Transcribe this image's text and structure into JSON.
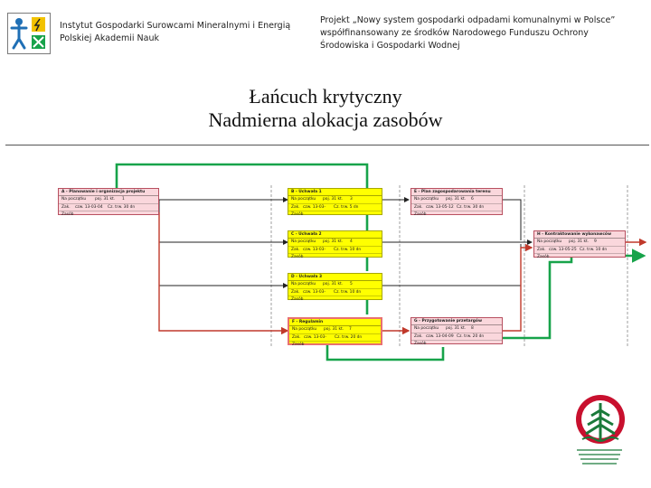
{
  "header": {
    "institute_line1": "Instytut Gospodarki Surowcami Mineralnymi i Energią",
    "institute_line2": "Polskiej Akademii Nauk",
    "project_line1": "Projekt „Nowy system gospodarki odpadami komunalnymi w Polsce”",
    "project_line2": "współfinansowany ze środków Narodowego Funduszu Ochrony",
    "project_line3": "Środowiska i Gospodarki Wodnej"
  },
  "title": {
    "line1": "Łańcuch krytyczny",
    "line2": "Nadmierna alokacja zasobów"
  },
  "colors": {
    "critical_chain": "#17a34a",
    "red_links": "#c0392b",
    "black_links": "#222222",
    "yellow_node": "#ffff00",
    "pink_node": "#fad7dc"
  },
  "nodes": {
    "A": {
      "title": "A - Planowanie i organizacja projektu",
      "l1": "Na początku",
      "v1": "poj. 31 kt.",
      "n": "1",
      "l2": "Zak.",
      "v2": "czw. 13-03-04",
      "d": "Cz. trw. 30 dn",
      "l3": "Zasób"
    },
    "B": {
      "title": "B - Uchwała 1",
      "l1": "Na początku",
      "v1": "poj. 31 kt.",
      "n": "3",
      "l2": "Zak.",
      "v2": "czw. 13-03-",
      "d": "Cz. trw. 5 dn",
      "l3": "Zasób"
    },
    "C": {
      "title": "C - Uchwała 2",
      "l1": "Na początku",
      "v1": "poj. 31 kt.",
      "n": "4",
      "l2": "Zak.",
      "v2": "czw. 13-03-",
      "d": "Cz. trw. 10 dn",
      "l3": "Zasób"
    },
    "D": {
      "title": "D - Uchwała 3",
      "l1": "Na początku",
      "v1": "poj. 31 kt.",
      "n": "5",
      "l2": "Zak.",
      "v2": "czw. 13-03-",
      "d": "Cz. trw. 10 dn",
      "l3": "Zasób"
    },
    "E": {
      "title": "E - Plan zagospodarowania terenu",
      "l1": "Na początku",
      "v1": "poj. 31 kt.",
      "n": "6",
      "l2": "Zak.",
      "v2": "czw. 13-05-12",
      "d": "Cz. trw. 30 dn",
      "l3": "Zasób"
    },
    "F": {
      "title": "F - Regulamin",
      "l1": "Na początku",
      "v1": "poj. 31 kt.",
      "n": "7",
      "l2": "Zak.",
      "v2": "czw. 13-03-",
      "d": "Cz. trw. 20 dn",
      "l3": "Zasób"
    },
    "G": {
      "title": "G - Przygotowanie przetargów",
      "l1": "Na początku",
      "v1": "poj. 31 kt.",
      "n": "8",
      "l2": "Zak.",
      "v2": "czw. 13-04-09",
      "d": "Cz. trw. 20 dn",
      "l3": "Zasób"
    },
    "H": {
      "title": "H - Kontraktowanie wykonawców",
      "l1": "Na początku",
      "v1": "poj. 31 kt.",
      "n": "9",
      "l2": "Zak.",
      "v2": "czw. 13-05-25",
      "d": "Cz. trw. 10 dn",
      "l3": "Zasób"
    }
  }
}
